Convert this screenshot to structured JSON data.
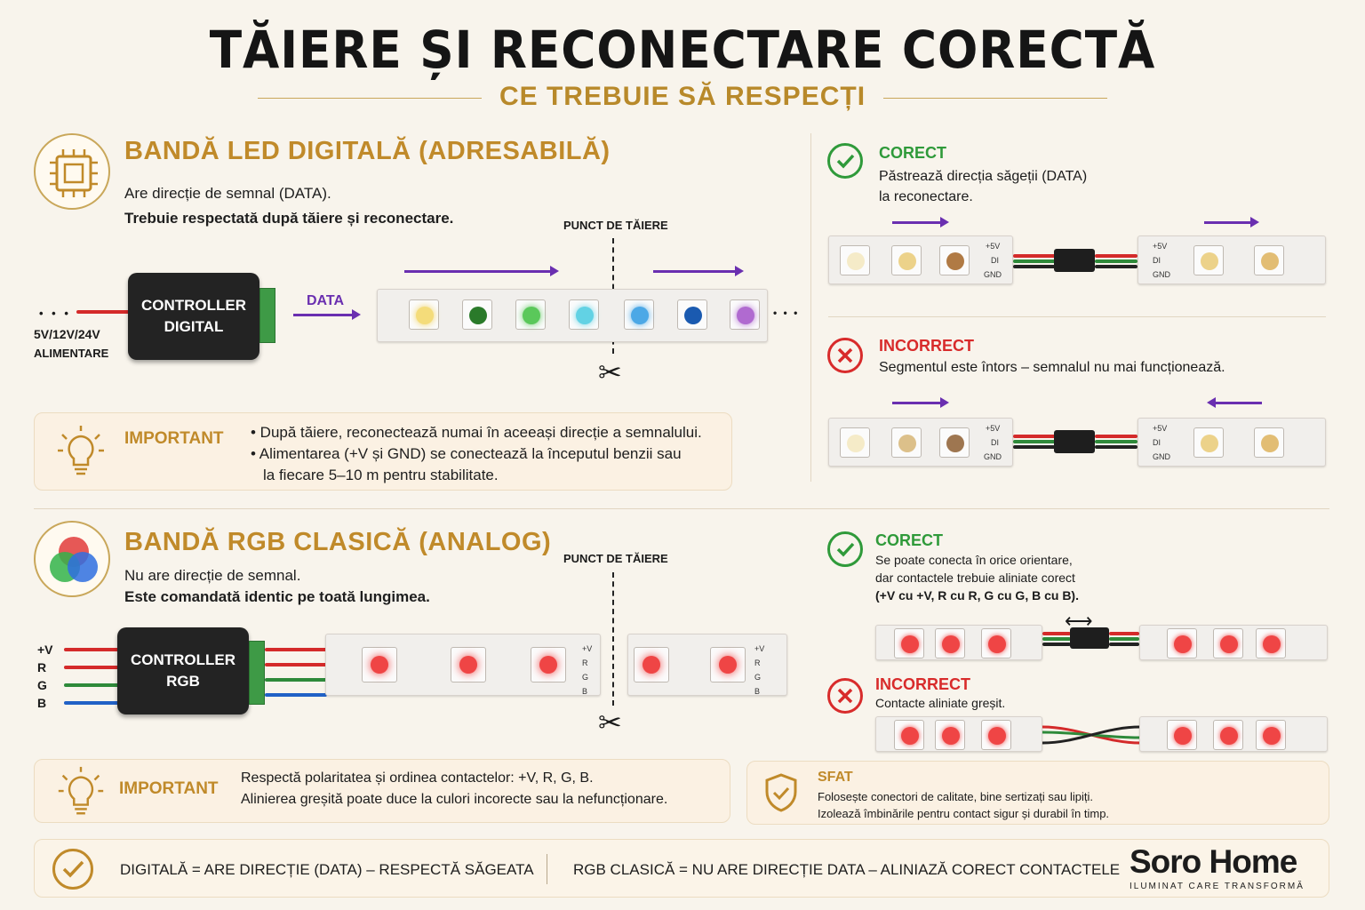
{
  "title": "TĂIERE ȘI RECONECTARE CORECTĂ",
  "subtitle": "CE TREBUIE SĂ RESPECȚI",
  "digital": {
    "title": "BANDĂ LED DIGITALĂ (ADRESABILĂ)",
    "line1": "Are direcție de semnal (DATA).",
    "line2": "Trebuie respectată după tăiere și reconectare.",
    "cut_point": "PUNCT DE TĂIERE",
    "controller": [
      "CONTROLLER",
      "DIGITAL"
    ],
    "data_label": "DATA",
    "supply_voltage": "5V/12V/24V",
    "supply_label": "ALIMENTARE",
    "dots": "• • •",
    "strip_dots": "• • •",
    "important_label": "IMPORTANT",
    "important_1": "• După tăiere, reconectează numai în aceeași direcție a semnalului.",
    "important_2": "• Alimentarea (+V și GND) se conectează la începutul benzii sau",
    "important_3": "la fiecare 5–10 m pentru stabilitate.",
    "correct_title": "CORECT",
    "correct_1": "Păstrează direcția săgeții (DATA)",
    "correct_2": "la reconectare.",
    "incorrect_title": "INCORRECT",
    "incorrect_1": "Segmentul este întors – semnalul nu mai funcționează.",
    "pad_5v": "+5V",
    "pad_di": "DI",
    "pad_gnd": "GND"
  },
  "rgb": {
    "title": "BANDĂ RGB CLASICĂ (ANALOG)",
    "line1": "Nu are direcție de semnal.",
    "line2": "Este comandată identic pe toată lungimea.",
    "cut_point": "PUNCT DE TĂIERE",
    "controller": [
      "CONTROLLER",
      "RGB"
    ],
    "wires": [
      "+V",
      "R",
      "G",
      "B"
    ],
    "pad_labels": [
      "+V",
      "R",
      "G",
      "B"
    ],
    "important_label": "IMPORTANT",
    "important_1": "Respectă polaritatea și ordinea contactelor:  +V, R, G, B.",
    "important_2": "Alinierea greșită poate duce la culori incorecte sau la nefuncționare.",
    "correct_title": "CORECT",
    "correct_1": "Se poate conecta în orice orientare,",
    "correct_2": "dar contactele trebuie aliniate corect",
    "correct_3": "(+V cu +V, R cu R, G cu G, B cu B).",
    "incorrect_title": "INCORRECT",
    "incorrect_1": "Contacte aliniate greșit."
  },
  "tip": {
    "title": "SFAT",
    "line1": "Folosește conectori de calitate, bine sertizați sau lipiți.",
    "line2": "Izolează îmbinările pentru contact sigur și durabil în timp."
  },
  "footer": {
    "left": "DIGITALĂ = ARE DIRECȚIE (DATA) – RESPECTĂ SĂGEATA",
    "right": "RGB CLASICĂ = NU ARE DIRECȚIE DATA – ALINIAZĂ CORECT CONTACTELE",
    "brand": "Soro Home",
    "tagline": "ILUMINAT CARE TRANSFORMĂ"
  },
  "colors": {
    "gold": "#c08a2a",
    "green": "#2f9a3a",
    "red": "#d82b2b",
    "purple": "#6a2fb0"
  },
  "icons": [
    "chip-icon",
    "rgb-circles-icon",
    "lightbulb-icon",
    "check-icon",
    "x-icon",
    "shield-check-icon",
    "scissors-icon"
  ]
}
